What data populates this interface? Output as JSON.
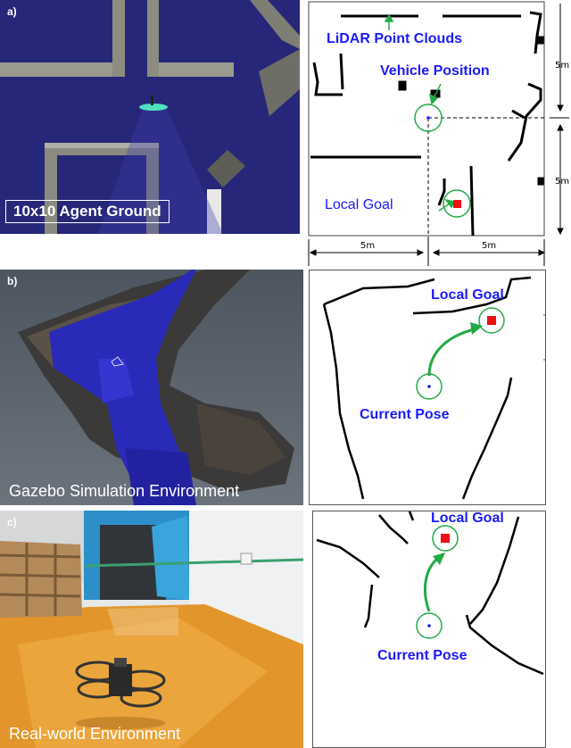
{
  "panel_a": {
    "label": "a)",
    "caption": "10x10 Agent Ground",
    "map": {
      "lidar_label": "LiDAR Point Clouds",
      "vehicle_label": "Vehicle Position",
      "goal_label": "Local Goal",
      "dims": {
        "x_left": "5m",
        "x_right": "5m",
        "y_top": "5m",
        "y_bottom": "5m"
      }
    }
  },
  "panel_b": {
    "label": "b)",
    "caption": "Gazebo Simulation Environment",
    "map": {
      "goal_label": "Local Goal",
      "pose_label": "Current Pose"
    }
  },
  "panel_c": {
    "label": "c)",
    "caption": "Real-world Environment",
    "map": {
      "goal_label": "Local Goal",
      "pose_label": "Current Pose"
    }
  },
  "colors": {
    "annotation_blue": "#1a1aff",
    "circle_green": "#22aa44",
    "goal_red": "#ee1111"
  }
}
